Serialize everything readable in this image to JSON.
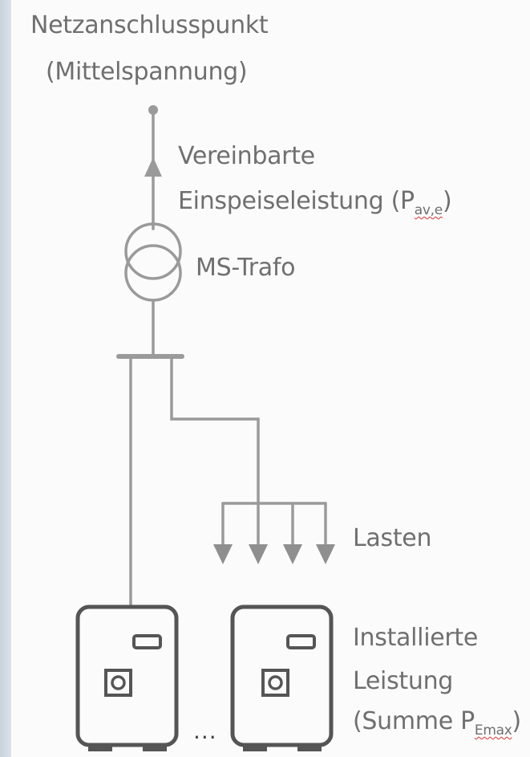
{
  "labels": {
    "grid_point_line1": "Netzanschlusspunkt",
    "grid_point_line2": "(Mittelspannung)",
    "agreed_feed_line1": "Vereinbarte",
    "agreed_feed_line2_prefix": "Einspeiseleistung (P",
    "agreed_feed_sub": "av,e",
    "agreed_feed_suffix": ")",
    "transformer": "MS-Trafo",
    "loads": "Lasten",
    "installed_line1": "Installierte",
    "installed_line2": "Leistung",
    "installed_line3_prefix": "(Summe P",
    "installed_sub": "Emax",
    "installed_suffix": ")",
    "ellipsis": "..."
  },
  "colors": {
    "line": "#9a9a9a",
    "device": "#555555",
    "text": "#6f6f6f"
  },
  "icons": [
    "grid-connection-point-icon",
    "upward-arrow-icon",
    "transformer-icon",
    "busbar-icon",
    "load-arrow-icon",
    "inverter-device-icon"
  ]
}
